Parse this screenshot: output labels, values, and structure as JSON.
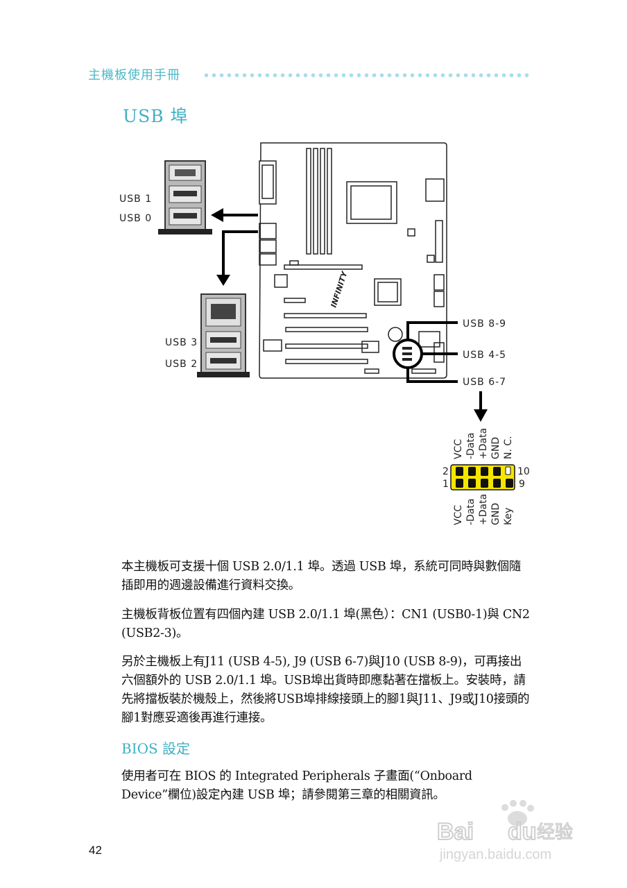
{
  "header": {
    "title": "主機板使用手冊"
  },
  "section": {
    "title": "USB 埠"
  },
  "diagram": {
    "labels": {
      "usb1": "USB 1",
      "usb0": "USB 0",
      "usb3": "USB 3",
      "usb2": "USB 2",
      "usb89": "USB 8-9",
      "usb45": "USB 4-5",
      "usb67": "USB 6-7"
    },
    "board_logo": "INFINITY",
    "header_pins": {
      "top": [
        "VCC",
        "-Data",
        "+Data",
        "GND",
        "N. C."
      ],
      "bottom": [
        "VCC",
        "-Data",
        "+Data",
        "GND",
        "Key"
      ],
      "num_left_top": "2",
      "num_left_bottom": "1",
      "num_right_top": "10",
      "num_right_bottom": "9"
    },
    "header_color": "#f5e600"
  },
  "body": {
    "p1": "本主機板可支援十個 USB 2.0/1.1 埠。透過 USB 埠，系統可同時與數個隨插即用的週邊設備進行資料交換。",
    "p2": "主機板背板位置有四個內建 USB 2.0/1.1 埠(黑色）：CN1 (USB0-1)與 CN2 (USB2-3)。",
    "p3": "另於主機板上有J11 (USB 4-5), J9 (USB 6-7)與J10 (USB 8-9)，可再接出六個額外的 USB 2.0/1.1 埠。USB埠出貨時即應黏著在擋板上。安裝時，請先將擋板裝於機殼上，然後將USB埠排線接頭上的腳1與J11、J9或J10接頭的腳1對應妥適後再進行連接。",
    "bios_title": "BIOS 設定",
    "p4": "使用者可在 BIOS 的 Integrated Peripherals 子畫面(“Onboard Device”欄位)設定內建 USB 埠；請參閱第三章的相關資訊。"
  },
  "footer": {
    "page_number": "42"
  },
  "watermark": {
    "brand": "Bai",
    "brand2": "du",
    "cn": "经验",
    "url": "jingyan.baidu.com"
  }
}
